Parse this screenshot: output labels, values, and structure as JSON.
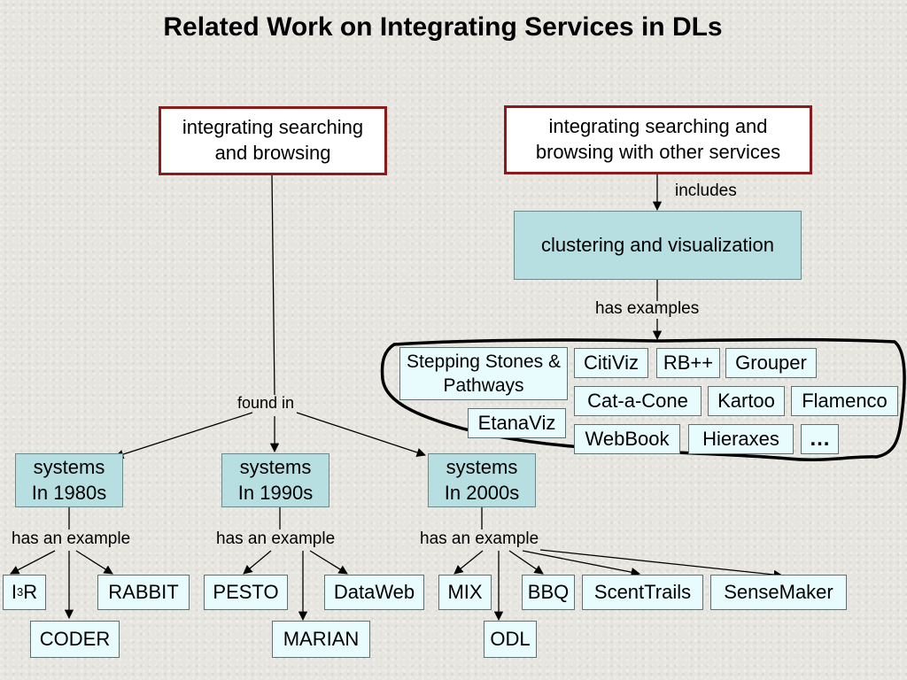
{
  "title": "Related Work on Integrating Services in DLs",
  "boxes": {
    "integrating_sb": "integrating searching and browsing",
    "integrating_other": "integrating searching and browsing with other services",
    "clustering": "clustering and visualization",
    "systems_1980s": "systems In 1980s",
    "systems_1990s": "systems In 1990s",
    "systems_2000s": "systems In 2000s"
  },
  "labels": {
    "includes": "includes",
    "has_examples": "has examples",
    "found_in": "found in",
    "has_an_example_1980s": "has an example",
    "has_an_example_1990s": "has an example",
    "has_an_example_2000s": "has an example"
  },
  "cluster_examples": {
    "stepping_stones": "Stepping Stones & Pathways",
    "citiviz": "CitiViz",
    "rbpp": "RB++",
    "grouper": "Grouper",
    "cat_a_cone": "Cat-a-Cone",
    "kartoo": "Kartoo",
    "flamenco": "Flamenco",
    "etanaviz": "EtanaViz",
    "webbook": "WebBook",
    "hieraxes": "Hieraxes",
    "more": "…"
  },
  "systems_1980s_examples": {
    "i3r_base": "I",
    "i3r_sup": "3",
    "i3r_end": "R",
    "rabbit": "RABBIT",
    "coder": "CODER"
  },
  "systems_1990s_examples": {
    "pesto": "PESTO",
    "dataweb": "DataWeb",
    "marian": "MARIAN"
  },
  "systems_2000s_examples": {
    "mix": "MIX",
    "bbq": "BBQ",
    "scenttrails": "ScentTrails",
    "sensemaker": "SenseMaker",
    "odl": "ODL"
  },
  "colors": {
    "red_border": "#8b1a1a",
    "teal_fill": "#b7dfe2",
    "cyan_fill": "#e8fcfd",
    "background": "#e6e5df"
  }
}
